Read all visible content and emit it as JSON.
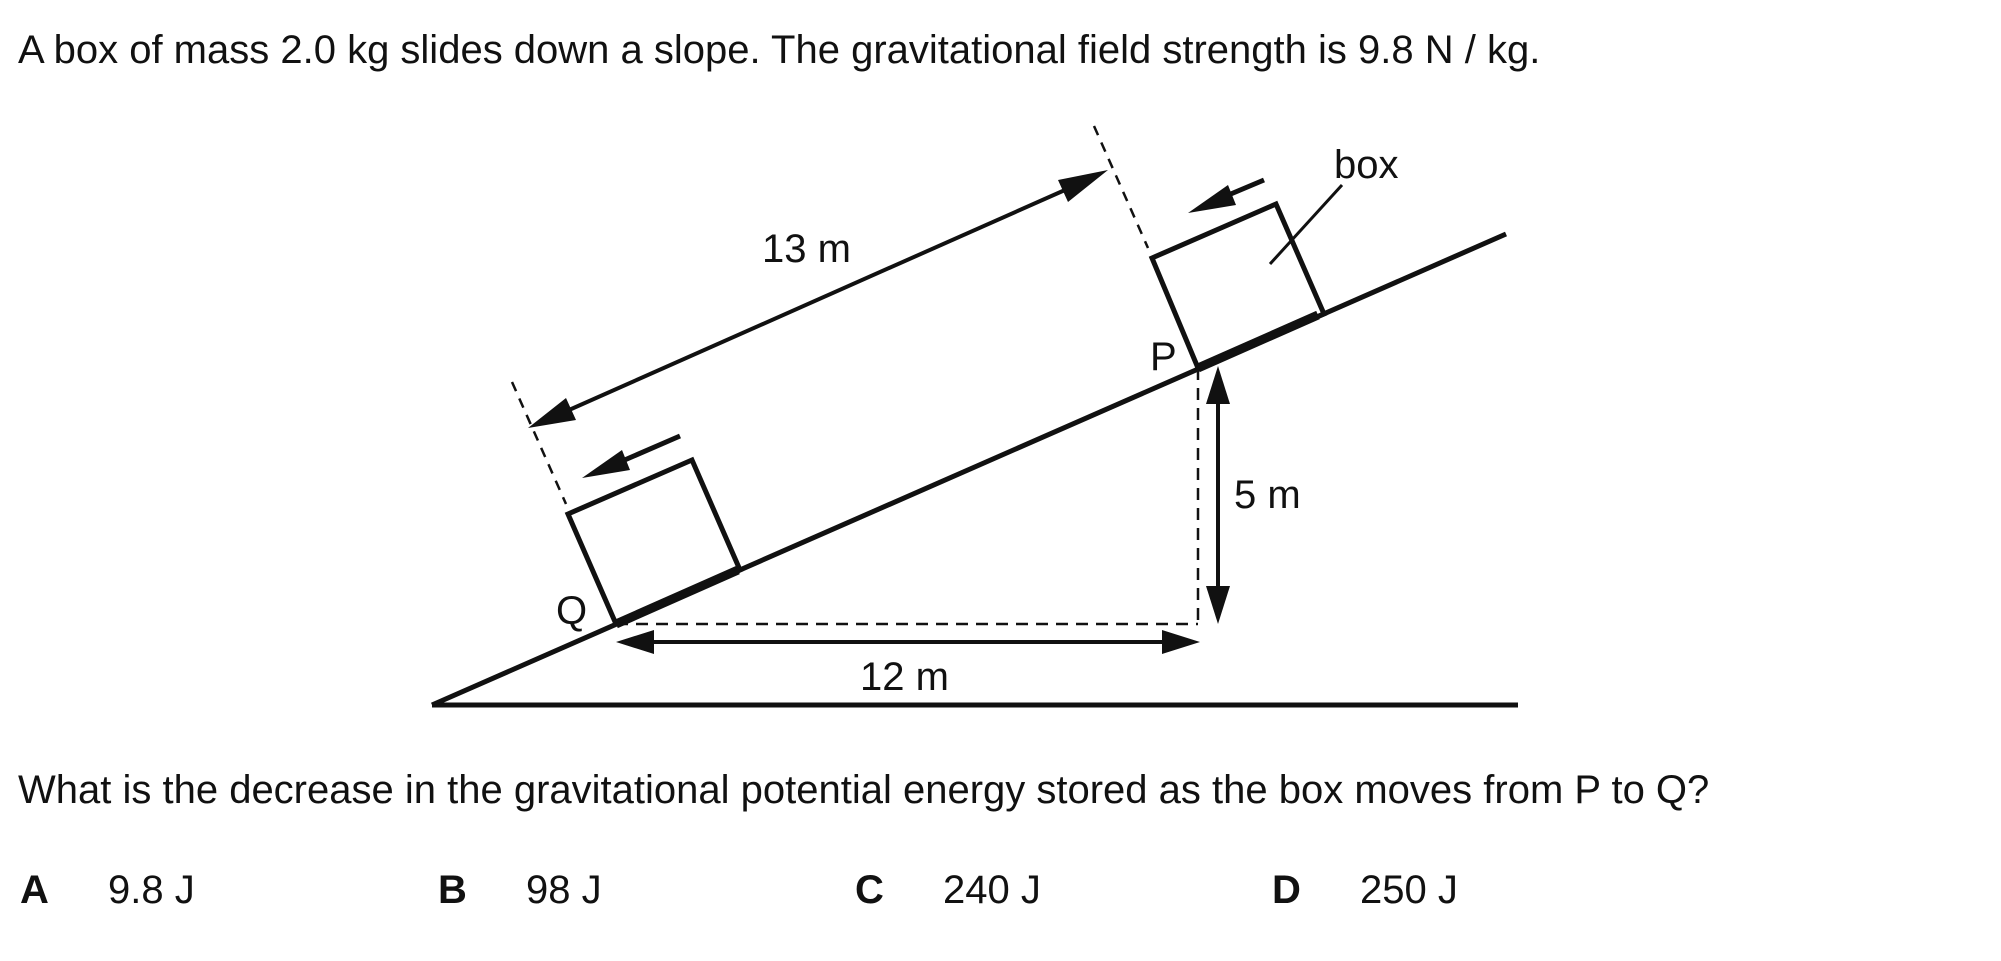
{
  "question": {
    "intro": "A box of mass 2.0 kg slides down a slope. The gravitational field strength is 9.8 N / kg.",
    "prompt": "What is the decrease in the gravitational potential energy stored as the box moves from P to Q?"
  },
  "diagram": {
    "labels": {
      "slope_length": "13 m",
      "horizontal": "12 m",
      "vertical": "5 m",
      "point_p": "P",
      "point_q": "Q",
      "box": "box"
    }
  },
  "options": [
    {
      "letter": "A",
      "value": "9.8 J"
    },
    {
      "letter": "B",
      "value": "98 J"
    },
    {
      "letter": "C",
      "value": "240 J"
    },
    {
      "letter": "D",
      "value": "250 J"
    }
  ]
}
